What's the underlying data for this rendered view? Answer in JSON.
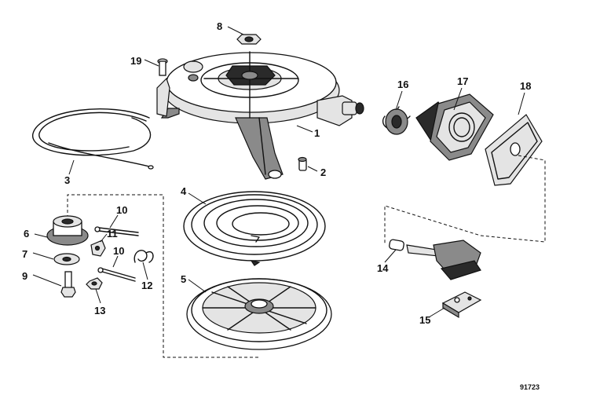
{
  "diagram": {
    "figure_number": "91723",
    "callouts": {
      "c1": "1",
      "c2": "2",
      "c3": "3",
      "c4": "4",
      "c5": "5",
      "c6": "6",
      "c7": "7",
      "c8": "8",
      "c9": "9",
      "c10a": "10",
      "c10b": "10",
      "c11": "11",
      "c12": "12",
      "c13": "13",
      "c14": "14",
      "c15": "15",
      "c16": "16",
      "c17": "17",
      "c18": "18",
      "c19": "19"
    }
  }
}
